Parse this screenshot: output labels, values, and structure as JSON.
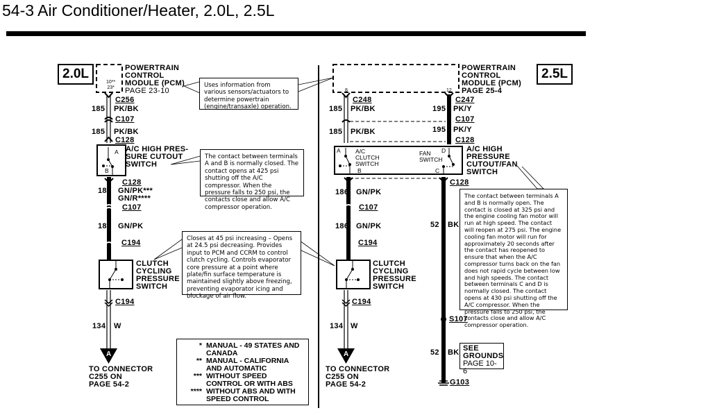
{
  "title": "54-3 Air Conditioner/Heater, 2.0L, 2.5L",
  "left": {
    "engine": "2.0L",
    "pcm": {
      "lines": [
        "POWERTRAIN",
        "CONTROL",
        "MODULE  (PCM)"
      ],
      "page": "PAGE 23-10",
      "pin1": "10**",
      "pin2": "23*"
    },
    "pcm_note": "Uses information from various sensors/actuators to determine powertrain (engine/transaxle) operation.",
    "connectors": {
      "c256": "C256",
      "c107a": "C107",
      "c128a": "C128",
      "c128b": "C128",
      "c107b": "C107",
      "c194a": "C194",
      "c194b": "C194"
    },
    "wires": [
      {
        "circuit": "185",
        "color": "PK/BK"
      },
      {
        "circuit": "185",
        "color": "PK/BK"
      },
      {
        "circuit": "186",
        "color": "GN/PK***",
        "alt_color": "GN/R****"
      },
      {
        "circuit": "186",
        "color": "GN/PK"
      },
      {
        "circuit": "134",
        "color": "W"
      }
    ],
    "hp_switch": {
      "lines": [
        "A/C HIGH PRES-",
        "SURE  CUTOUT",
        "SWITCH"
      ],
      "term_a": "A",
      "term_b": "B"
    },
    "hp_note": "The contact between terminals A and B is normally closed. The contact opens at 425 psi shutting off the A/C compressor. When the pressure falls to 250 psi, the contacts close and allow A/C compressor operation.",
    "ccp_switch": {
      "lines": [
        "CLUTCH",
        "CYCLING",
        "PRESSURE",
        "SWITCH"
      ]
    },
    "ccp_note": "Closes at 45 psi increasing – Opens at 24.5 psi decreasing.  Provides input to PCM and CCRM to control clutch cycling.  Controls evaporator core pressure at a point where plate/fin surface temperature is maintained slightly above freezing, preventing evaporator icing and blockage of air flow.",
    "terminal": {
      "label": "A",
      "lines": [
        "TO  CONNECTOR",
        "C255 ON"
      ],
      "page": "PAGE 54-2"
    }
  },
  "legend": [
    {
      "mark": "*",
      "text": "MANUAL - 49 STATES AND CANADA"
    },
    {
      "mark": "**",
      "text": "MANUAL - CALIFORNIA AND AUTOMATIC"
    },
    {
      "mark": "***",
      "text": "WITHOUT SPEED CONTROL OR WITH ABS"
    },
    {
      "mark": "****",
      "text": "WITHOUT ABS AND WITH SPEED CONTROL"
    }
  ],
  "right": {
    "engine": "2.5L",
    "pcm": {
      "lines": [
        "POWERTRAIN",
        "CONTROL",
        "MODULE  (PCM)"
      ],
      "page": "PAGE 25-4",
      "pin1": "8",
      "pin2": "12"
    },
    "connectors": {
      "c248": "C248",
      "c247": "C247",
      "c107a": "C107",
      "c128a": "C128",
      "c128b": "C128",
      "c107b": "C107",
      "c194a": "C194",
      "c194b": "C194",
      "s107": "S107",
      "g103": "G103"
    },
    "wires": [
      {
        "circuit": "185",
        "color": "PK/BK"
      },
      {
        "circuit": "185",
        "color": "PK/BK"
      },
      {
        "circuit": "195",
        "color": "PK/Y"
      },
      {
        "circuit": "195",
        "color": "PK/Y"
      },
      {
        "circuit": "186",
        "color": "GN/PK"
      },
      {
        "circuit": "186",
        "color": "GN/PK"
      },
      {
        "circuit": "134",
        "color": "W"
      },
      {
        "circuit": "52",
        "color": "BK"
      },
      {
        "circuit": "52",
        "color": "BK"
      }
    ],
    "hp_switch": {
      "lines": [
        "A/C HIGH",
        "PRESSURE",
        "CUTOUT/FAN",
        "SWITCH"
      ],
      "clutch_label": [
        "A/C",
        "CLUTCH",
        "SWITCH"
      ],
      "fan_label": [
        "FAN",
        "SWITCH"
      ],
      "term_a": "A",
      "term_b": "B",
      "term_c": "C",
      "term_d": "D"
    },
    "hp_note": "The contact between terminals A and B is normally open. The contact is closed at 325 psi and the engine cooling fan motor will run at high speed. The contact will reopen at 275 psi. The engine cooling fan motor will run for approximately 20 seconds after the contact has reopened to ensure that when the A/C compressor turns back on the fan does not rapid cycle between low and high speeds. The contact between terminals C and D is normally closed. The contact opens at 430 psi shutting off the A/C compressor. When the pressure falls to 250 psi, the contacts close and allow A/C compressor operation.",
    "ccp_switch": {
      "lines": [
        "CLUTCH",
        "CYCLING",
        "PRESSURE",
        "SWITCH"
      ]
    },
    "terminal": {
      "label": "A",
      "lines": [
        "TO  CONNECTOR",
        "C255 ON"
      ],
      "page": "PAGE 54-2"
    },
    "grounds": {
      "lines": [
        "SEE",
        "GROUNDS"
      ],
      "page": "PAGE 10-6"
    }
  }
}
